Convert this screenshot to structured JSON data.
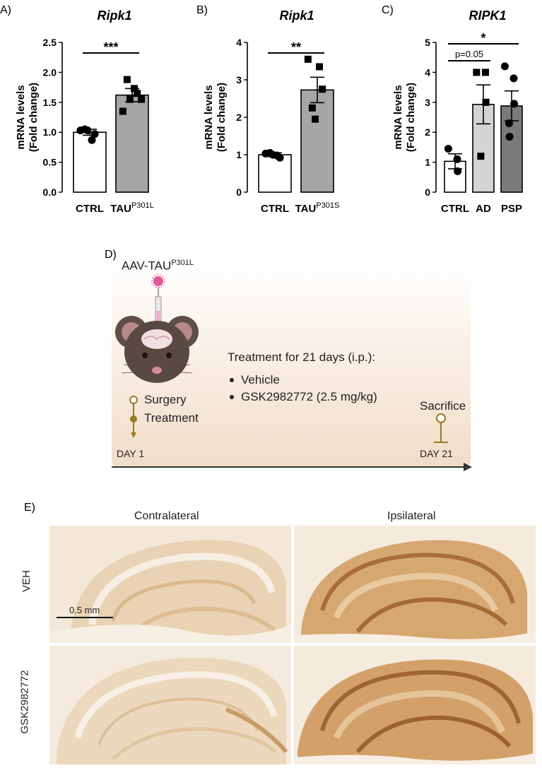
{
  "panels": {
    "a": "A)",
    "b": "B)",
    "c": "C)",
    "d": "D)",
    "e": "E)"
  },
  "chart_data": [
    {
      "type": "bar",
      "title": "Ripk1",
      "ylabel": "mRNA levels\n(Fold change)",
      "ylabel_line1": "mRNA levels",
      "ylabel_line2": "(Fold change)",
      "ylim": [
        0,
        2.5
      ],
      "yticks": [
        "0.0",
        "0.5",
        "1.0",
        "1.5",
        "2.0",
        "2.5"
      ],
      "categories": [
        "CTRL",
        "TAU"
      ],
      "category_superscripts": [
        "",
        "P301L"
      ],
      "values": [
        1.0,
        1.62
      ],
      "sem": [
        0.05,
        0.11
      ],
      "bar_colors": [
        "#ffffff",
        "#a6a6a6"
      ],
      "points": [
        [
          1.03,
          0.87,
          0.97,
          1.05,
          1.03
        ],
        [
          1.35,
          1.73,
          1.65,
          1.88,
          1.55,
          1.55
        ]
      ],
      "marker": [
        "circle",
        "square"
      ],
      "significance": [
        {
          "from": 0,
          "to": 1,
          "label": "***"
        }
      ]
    },
    {
      "type": "bar",
      "title": "Ripk1",
      "ylabel_line1": "mRNA levels",
      "ylabel_line2": "(Fold change)",
      "ylim": [
        0,
        4
      ],
      "yticks": [
        "0",
        "1",
        "2",
        "3",
        "4"
      ],
      "categories": [
        "CTRL",
        "TAU"
      ],
      "category_superscripts": [
        "",
        "P301S"
      ],
      "values": [
        1.0,
        2.73
      ],
      "sem": [
        0.05,
        0.34
      ],
      "bar_colors": [
        "#ffffff",
        "#a6a6a6"
      ],
      "points": [
        [
          1.03,
          0.98,
          0.92,
          1.05,
          1.0
        ],
        [
          3.55,
          3.35,
          2.75,
          2.25,
          1.95
        ]
      ],
      "marker": [
        "circle",
        "square"
      ],
      "significance": [
        {
          "from": 0,
          "to": 1,
          "label": "**"
        }
      ]
    },
    {
      "type": "bar",
      "title": "RIPK1",
      "ylabel_line1": "mRNA levels",
      "ylabel_line2": "(Fold change)",
      "ylim": [
        0,
        5
      ],
      "yticks": [
        "0",
        "1",
        "2",
        "3",
        "4",
        "5"
      ],
      "categories": [
        "CTRL",
        "AD",
        "PSP"
      ],
      "category_superscripts": [
        "",
        "",
        ""
      ],
      "values": [
        1.03,
        2.93,
        2.88
      ],
      "sem": [
        0.25,
        0.65,
        0.5
      ],
      "bar_colors": [
        "#ffffff",
        "#d4d4d4",
        "#7a7a7a"
      ],
      "points": [
        [
          1.45,
          1.1,
          0.7
        ],
        [
          4.0,
          4.0,
          3.0,
          1.2
        ],
        [
          4.2,
          3.8,
          2.95,
          2.3,
          1.85
        ]
      ],
      "marker": [
        "circle",
        "square",
        "circle"
      ],
      "significance": [
        {
          "from": 0,
          "to": 1,
          "label": "p=0.05",
          "level": 0
        },
        {
          "from": 0,
          "to": 2,
          "label": "*",
          "level": 1
        }
      ]
    }
  ],
  "timeline": {
    "injection_label": "AAV-TAU",
    "injection_sup": "P301L",
    "surgery": "Surgery",
    "treatment": "Treatment",
    "day1": "DAY 1",
    "treatment_heading": "Treatment for 21 days (i.p.):",
    "bullet1": "Vehicle",
    "bullet2": "GSK2982772 (2.5 mg/kg)",
    "sacrifice": "Sacrifice",
    "day21": "DAY 21",
    "accent_color": "#9a7b1f"
  },
  "micrographs": {
    "col_left": "Contralateral",
    "col_right": "Ipsilateral",
    "row_top": "VEH",
    "row_bottom": "GSK2982772",
    "scale_bar": "0.5 mm"
  }
}
